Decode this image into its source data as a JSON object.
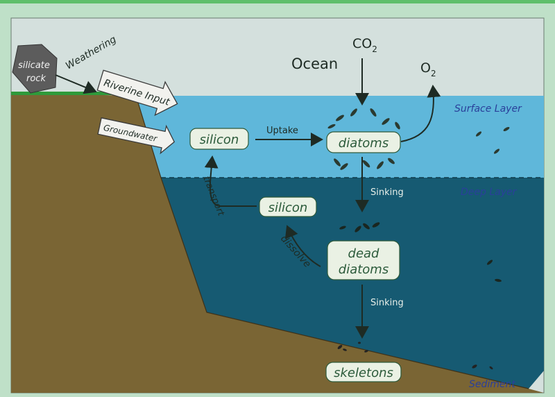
{
  "colors": {
    "frame_top": "#5fbf6b",
    "border": "#bfe0c8",
    "sky": "#d4e0dd",
    "surface_water": "#5fb7da",
    "deep_water": "#165a72",
    "land": "#7a6534",
    "grass": "#2f9a3b",
    "rock": "#5c5c5c",
    "label_box": "#eaf1e4",
    "label_text": "#2b5a3a",
    "layer_label": "#2a3f9a"
  },
  "labels": {
    "rock_line1": "silicate",
    "rock_line2": "rock",
    "weathering": "Weathering",
    "riverine": "Riverine Input",
    "groundwater": "Groundwater",
    "ocean": "Ocean",
    "co2_main": "CO",
    "co2_sub": "2",
    "o2_main": "O",
    "o2_sub": "2",
    "surface_layer": "Surface Layer",
    "deep_layer": "Deep Layer",
    "sediment": "Sediment",
    "silicon_surface": "silicon",
    "uptake": "Uptake",
    "diatoms": "diatoms",
    "sinking_1": "Sinking",
    "silicon_deep": "silicon",
    "transport": "transport",
    "dissolve": "dissolve",
    "dead_line1": "dead",
    "dead_line2": "diatoms",
    "sinking_2": "Sinking",
    "skeletons": "skeletons"
  }
}
